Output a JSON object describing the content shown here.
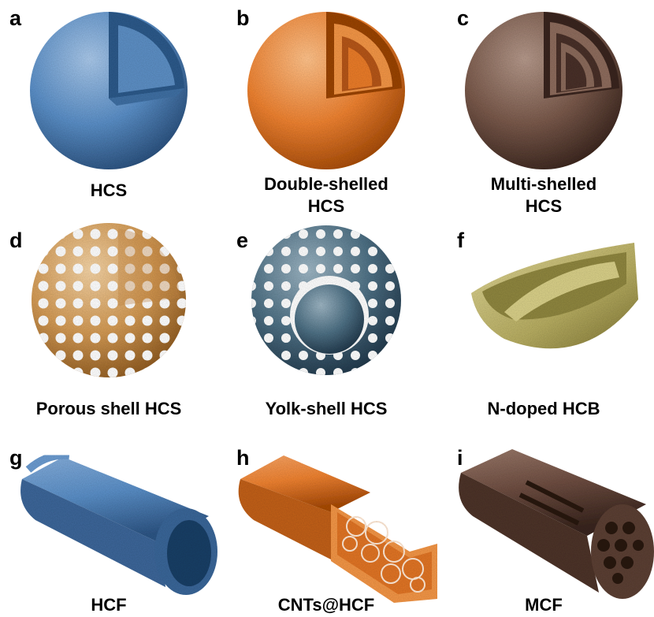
{
  "panels": [
    {
      "letter": "a",
      "caption": [
        "HCS"
      ],
      "shape": "hollow-sphere",
      "color": "#5b8fc7"
    },
    {
      "letter": "b",
      "caption": [
        "Double-shelled",
        "HCS"
      ],
      "shape": "double-shelled-sphere",
      "color": "#ee8232"
    },
    {
      "letter": "c",
      "caption": [
        "Multi-shelled",
        "HCS"
      ],
      "shape": "multi-shelled-sphere",
      "color": "#7a5a4c"
    },
    {
      "letter": "d",
      "caption": [
        "Porous shell HCS"
      ],
      "shape": "porous-sphere",
      "color": "#d39a55"
    },
    {
      "letter": "e",
      "caption": [
        "Yolk-shell HCS"
      ],
      "shape": "yolk-shell-sphere",
      "color": "#4f7185"
    },
    {
      "letter": "f",
      "caption": [
        "N-doped HCB"
      ],
      "shape": "hollow-bowl",
      "color": "#b7ad62"
    },
    {
      "letter": "g",
      "caption": [
        "HCF"
      ],
      "shape": "hollow-fiber",
      "color": "#5b8fc7"
    },
    {
      "letter": "h",
      "caption": [
        "CNTs@HCF"
      ],
      "shape": "cnt-filled-fiber",
      "color": "#ee8232"
    },
    {
      "letter": "i",
      "caption": [
        "MCF"
      ],
      "shape": "multichannel-fiber",
      "color": "#6e4e42"
    }
  ]
}
